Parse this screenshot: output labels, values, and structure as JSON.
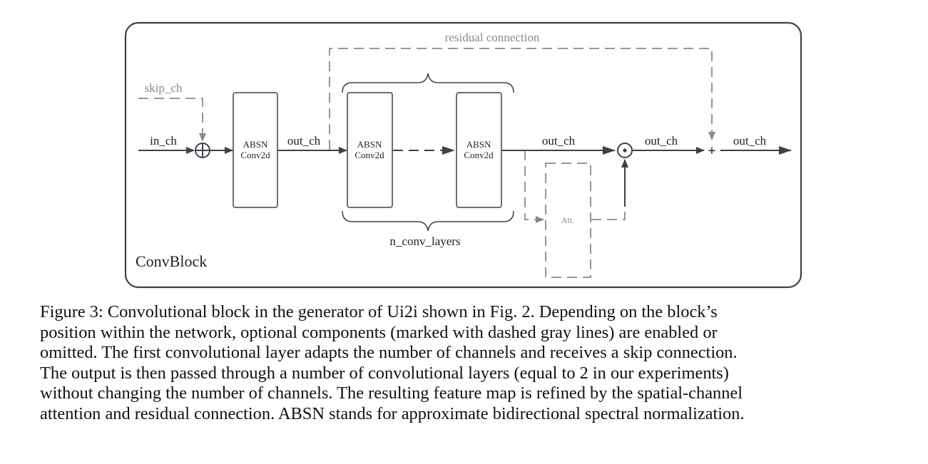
{
  "diagram": {
    "block_label": "ConvBlock",
    "residual_label": "residual connection",
    "skip_label": "skip_ch",
    "in_label": "in_ch",
    "out_label_1": "out_ch",
    "out_label_2": "out_ch",
    "out_label_3": "out_ch",
    "out_label_4": "out_ch",
    "conv_box_1": {
      "line1": "ABSN",
      "line2": "Conv2d"
    },
    "conv_box_2": {
      "line1": "ABSN",
      "line2": "Conv2d"
    },
    "conv_box_3": {
      "line1": "ABSN",
      "line2": "Conv2d"
    },
    "layers_label": "n_conv_layers",
    "attention_label": "Att.",
    "plus_label": "+",
    "colors": {
      "solid": "#3d4148",
      "optional": "#8a8a8a"
    },
    "icons": {
      "sum": "circled-plus-icon",
      "multiply": "circled-dot-icon"
    }
  },
  "caption": {
    "lines": [
      "Figure 3: Convolutional block in the generator of Ui2i shown in Fig. 2. Depending on the block’s",
      "position within the network, optional components (marked with dashed gray lines) are enabled or",
      "omitted. The first convolutional layer adapts the number of channels and receives a skip connection.",
      "The output is then passed through a number of convolutional layers (equal to 2 in our experiments)",
      "without changing the number of channels. The resulting feature map is refined by the spatial-channel",
      "attention and residual connection. ABSN stands for approximate bidirectional spectral normalization."
    ]
  }
}
